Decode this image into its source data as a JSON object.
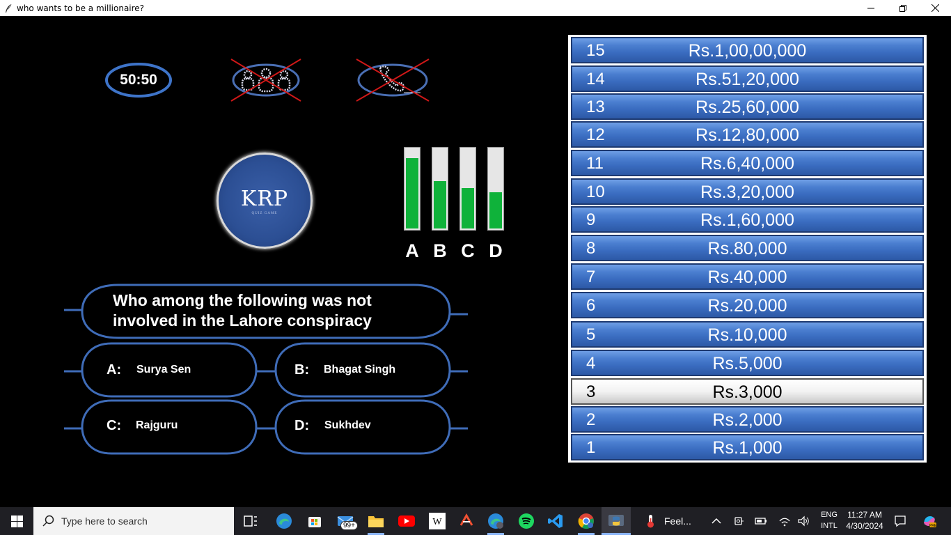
{
  "window": {
    "title": "who wants to be a millionaire?"
  },
  "lifelines": {
    "fifty_fifty": {
      "label": "50:50",
      "used": false
    },
    "audience_poll": {
      "label": "ask the audience",
      "used": true
    },
    "phone_friend": {
      "label": "phone a friend",
      "used": true
    }
  },
  "logo": {
    "text": "KRP",
    "subtitle": "QUIZ GAME"
  },
  "audience_poll": {
    "labels": [
      "A",
      "B",
      "C",
      "D"
    ],
    "values": [
      0.86,
      0.58,
      0.49,
      0.44
    ],
    "bar_color": "#0fb23a"
  },
  "question": {
    "line1": "Who among the following was not",
    "line2": "involved in the Lahore conspiracy"
  },
  "options": [
    {
      "letter": "A:",
      "text": "Surya Sen"
    },
    {
      "letter": "B:",
      "text": "Bhagat Singh"
    },
    {
      "letter": "C:",
      "text": "Rajguru"
    },
    {
      "letter": "D:",
      "text": "Sukhdev"
    }
  ],
  "ladder": {
    "current_level": 3,
    "rungs": [
      {
        "level": "15",
        "amount": "Rs.1,00,00,000"
      },
      {
        "level": "14",
        "amount": "Rs.51,20,000"
      },
      {
        "level": "13",
        "amount": "Rs.25,60,000"
      },
      {
        "level": "12",
        "amount": "Rs.12,80,000"
      },
      {
        "level": "11",
        "amount": "Rs.6,40,000"
      },
      {
        "level": "10",
        "amount": "Rs.3,20,000"
      },
      {
        "level": "9",
        "amount": "Rs.1,60,000"
      },
      {
        "level": "8",
        "amount": "Rs.80,000"
      },
      {
        "level": "7",
        "amount": "Rs.40,000"
      },
      {
        "level": "6",
        "amount": "Rs.20,000"
      },
      {
        "level": "5",
        "amount": "Rs.10,000"
      },
      {
        "level": "4",
        "amount": "Rs.5,000"
      },
      {
        "level": "3",
        "amount": "Rs.3,000"
      },
      {
        "level": "2",
        "amount": "Rs.2,000"
      },
      {
        "level": "1",
        "amount": "Rs.1,000"
      }
    ]
  },
  "colors": {
    "accent": "#3f6cb8",
    "ring": "#3e74c9",
    "cross": "#d01818",
    "rung": "#3a6cc0"
  },
  "taskbar": {
    "search_placeholder": "Type here to search",
    "notification_badge": "99+",
    "weather_text": "Feel...",
    "lang_line1": "ENG",
    "lang_line2": "INTL",
    "time": "11:27 AM",
    "date": "4/30/2024"
  }
}
